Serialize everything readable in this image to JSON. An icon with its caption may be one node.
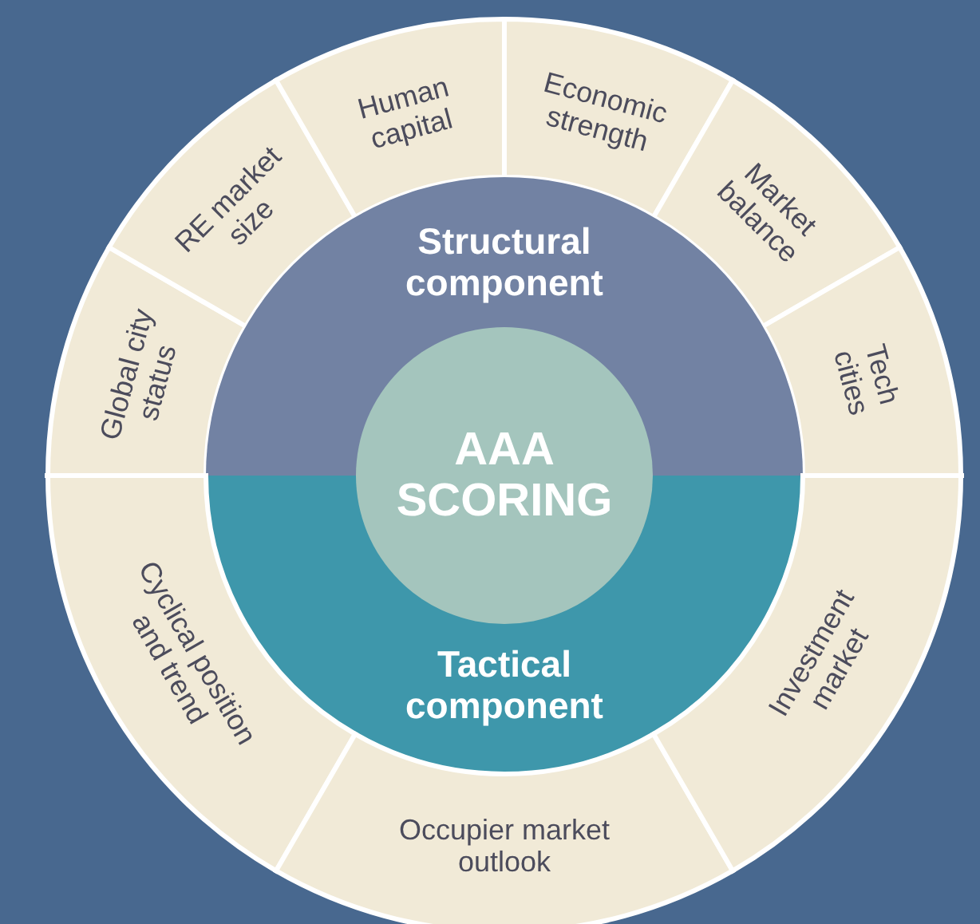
{
  "diagram": {
    "nodes": [
      {
        "text": [
          "Global city status"
        ]
      },
      {
        "text": [
          "RE market size"
        ]
      },
      {
        "text": [
          "Human capital"
        ]
      },
      {
        "text": [
          "Economic strength"
        ]
      },
      {
        "text": [
          "Market balance"
        ]
      },
      {
        "text": [
          "Tech cities"
        ]
      },
      {
        "text": [
          "Structural component"
        ]
      },
      {
        "text": [
          "AAA SCORING"
        ]
      },
      {
        "text": [
          "Tactical component"
        ]
      },
      {
        "text": [
          "Cyclical position and trend"
        ]
      },
      {
        "text": [
          "Occupier market outlook"
        ]
      },
      {
        "text": [
          "Investment market"
        ]
      }
    ]
  }
}
